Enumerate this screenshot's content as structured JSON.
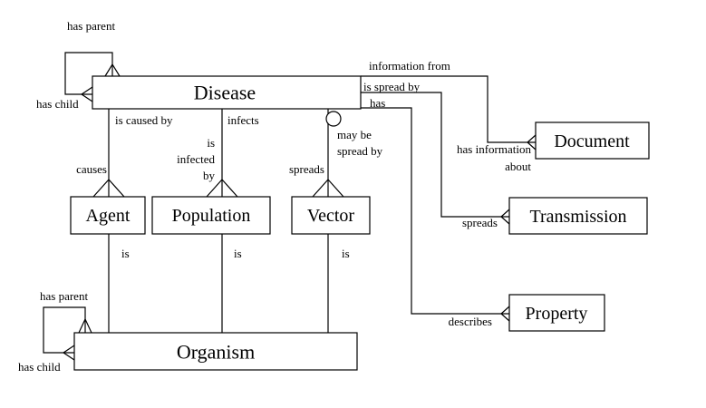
{
  "entities": {
    "disease": "Disease",
    "document": "Document",
    "transmission": "Transmission",
    "property": "Property",
    "agent": "Agent",
    "population": "Population",
    "vector": "Vector",
    "organism": "Organism"
  },
  "relations": {
    "disease_has_parent": "has parent",
    "disease_has_child": "has child",
    "information_from": "information from",
    "is_spread_by": "is spread by",
    "has": "has",
    "has_information_about_1": "has information",
    "has_information_about_2": "about",
    "spreads_transmission": "spreads",
    "describes": "describes",
    "is_caused_by": "is caused by",
    "infects": "infects",
    "may_be_spread_by_1": "may be",
    "may_be_spread_by_2": "spread by",
    "causes": "causes",
    "is_infected_by_1": "is",
    "is_infected_by_2": "infected",
    "is_infected_by_3": "by",
    "spreads_vector": "spreads",
    "agent_is": "is",
    "population_is": "is",
    "vector_is": "is",
    "organism_has_parent": "has parent",
    "organism_has_child": "has child"
  }
}
